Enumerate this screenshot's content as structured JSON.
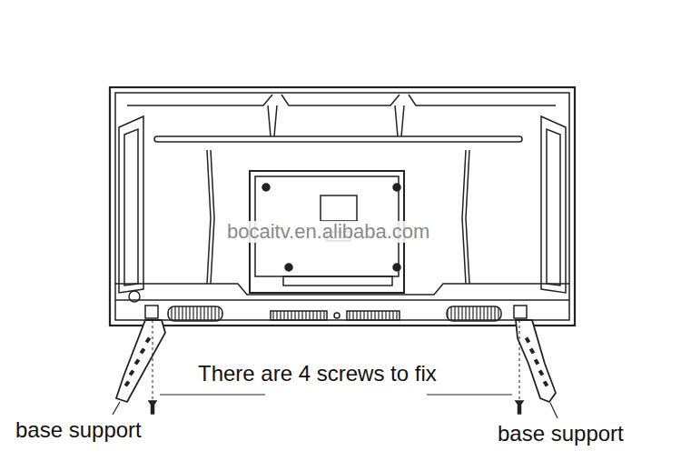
{
  "diagram": {
    "labels": [
      "bocaitv.en.alibaba.com",
      "There are 4 screws to fix",
      "base support",
      "base support"
    ]
  }
}
